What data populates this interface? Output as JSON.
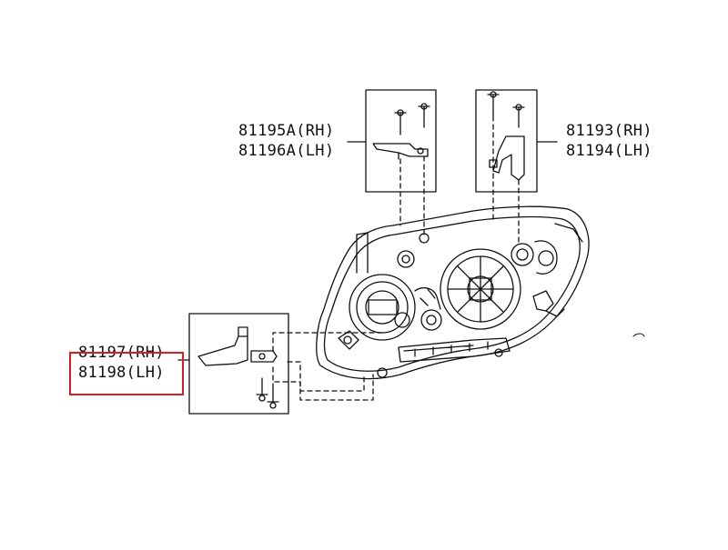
{
  "callouts": {
    "bracket_upper_left": {
      "rh": "81195A(RH)",
      "lh": "81196A(LH)"
    },
    "bracket_upper_right": {
      "rh": "81193(RH)",
      "lh": "81194(LH)"
    },
    "bracket_lower_left": {
      "rh": "81197(RH)",
      "lh": "81198(LH)"
    }
  },
  "highlight": {
    "color": "#d42020",
    "target": "81198(LH)"
  },
  "icons": [
    "headlamp-assembly",
    "bracket",
    "screw"
  ]
}
